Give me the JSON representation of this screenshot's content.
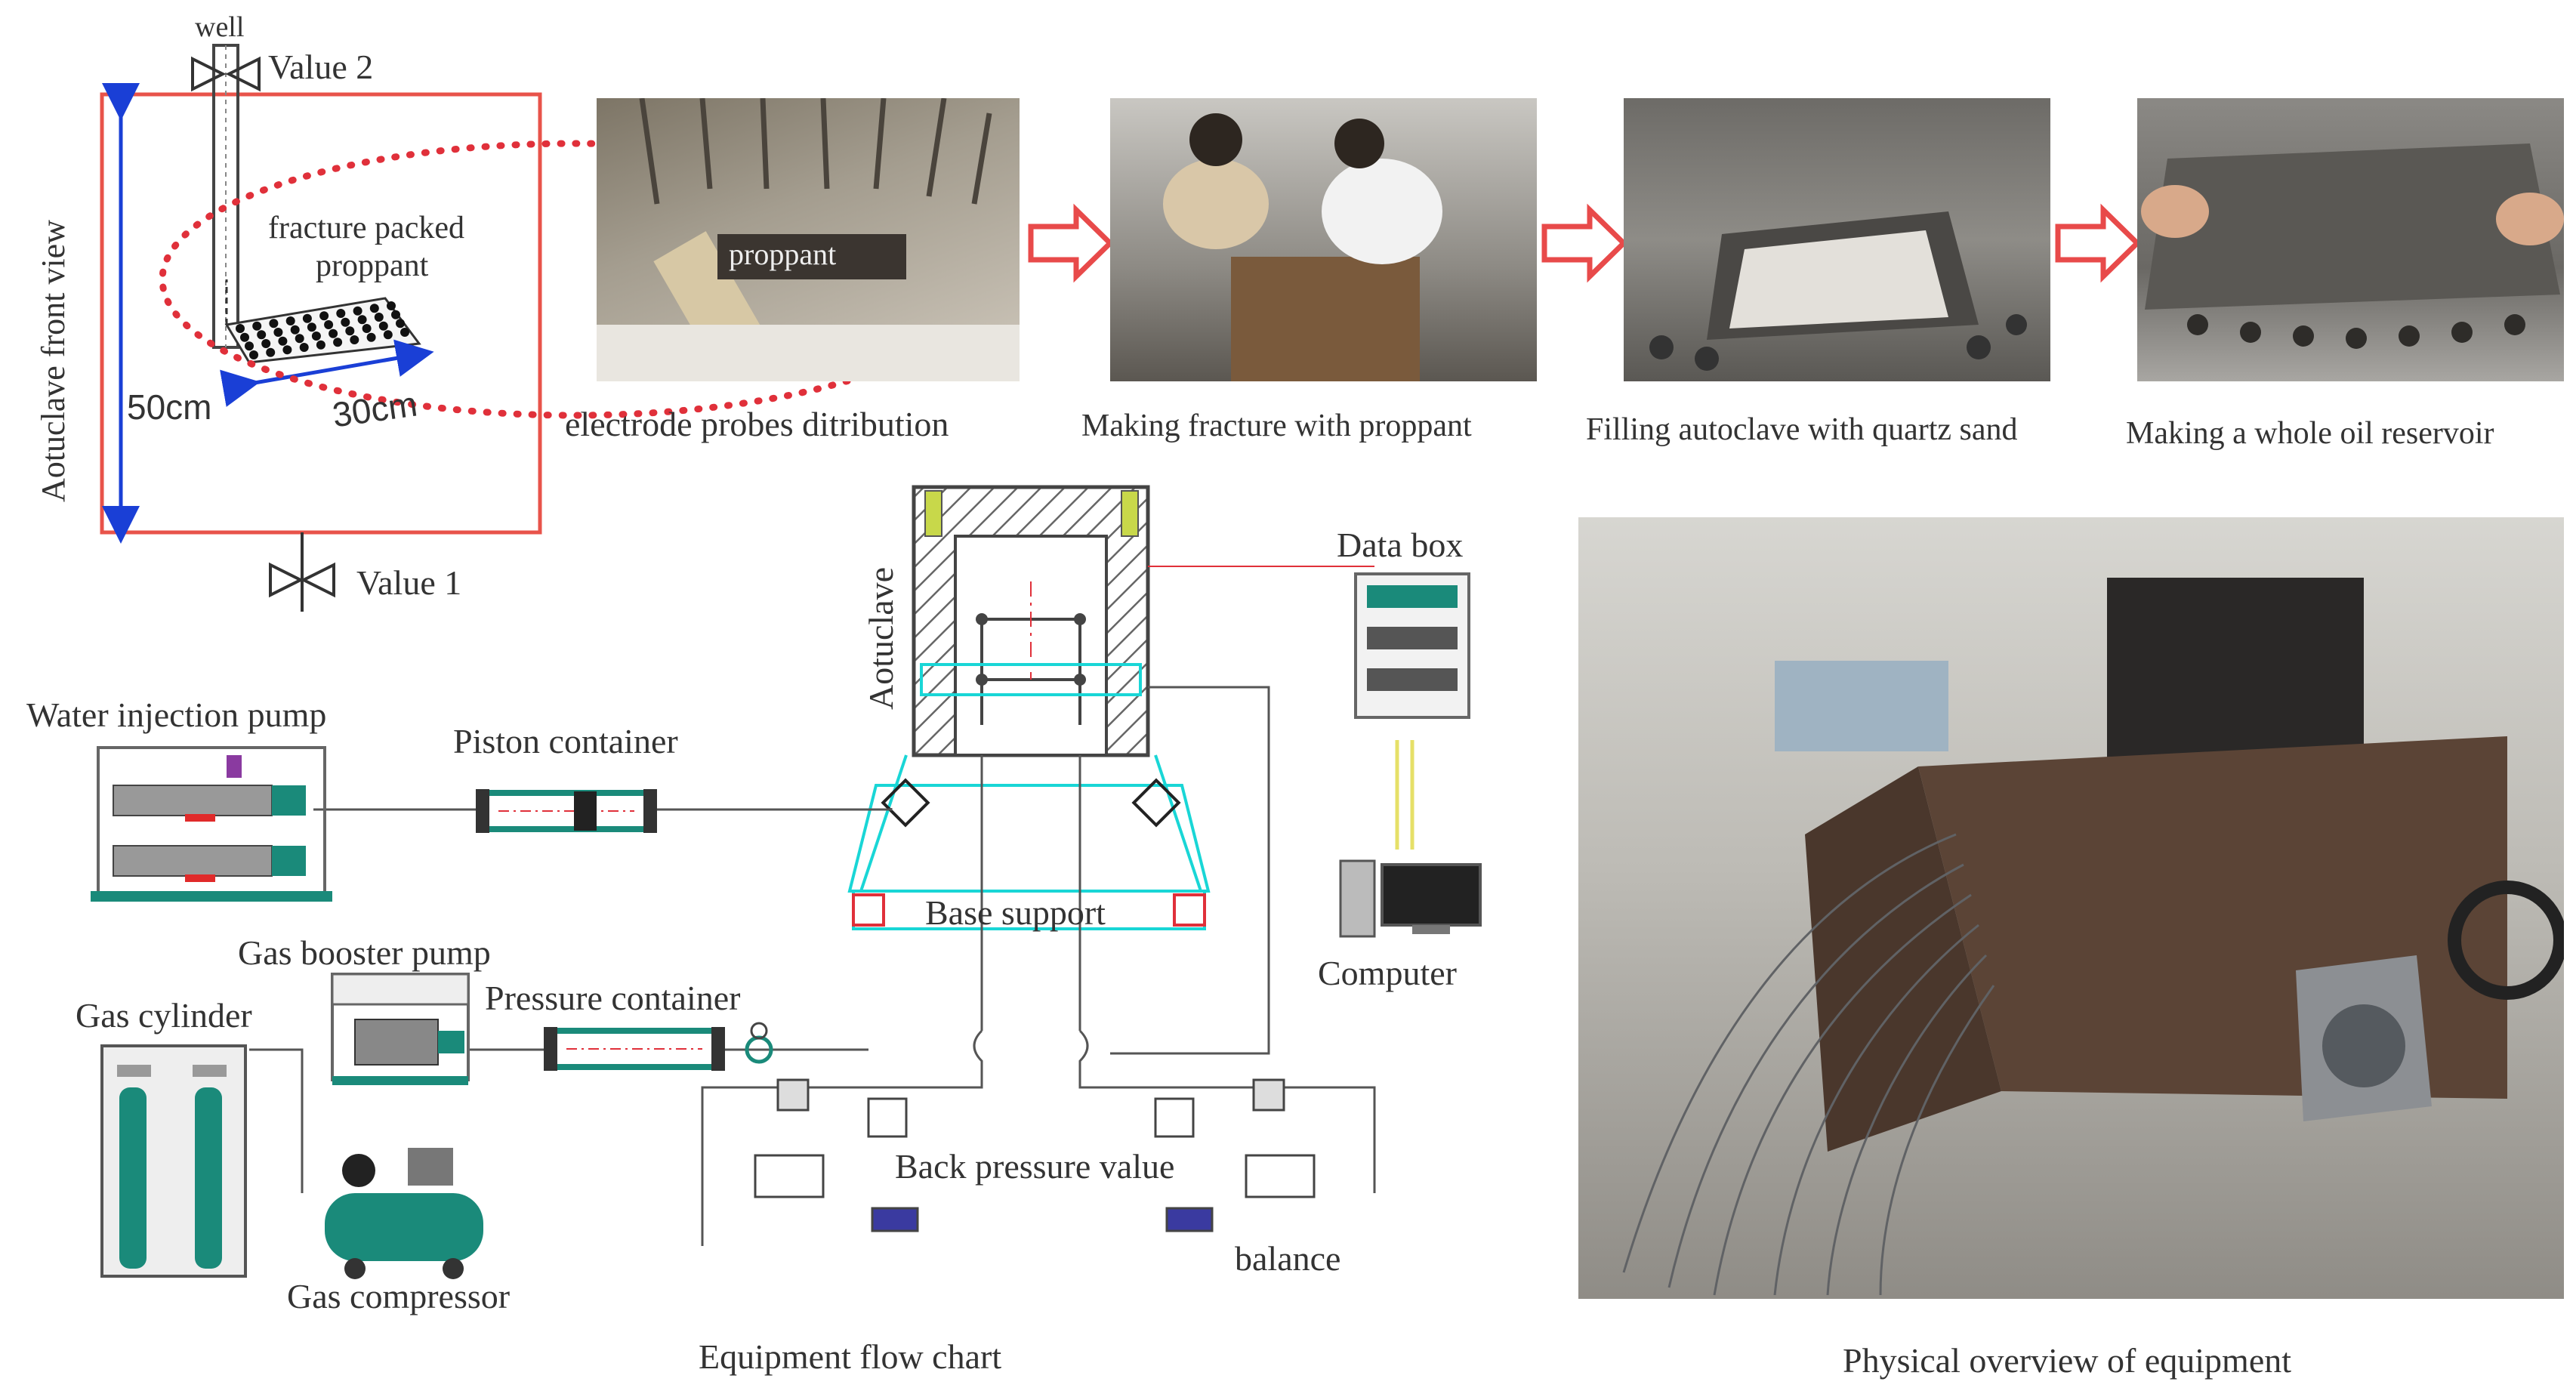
{
  "top": {
    "front_view_label": "Aotuclave front view",
    "well_label": "well",
    "value2_label": "Value 2",
    "value1_label": "Value 1",
    "fracture_label_line1": "fracture packed",
    "fracture_label_line2": "proppant",
    "dim_height": "50cm",
    "dim_width": "30cm",
    "proppant_label": "proppant",
    "photo_captions": [
      "electrode probes ditribution",
      "Making fracture with proppant",
      "Filling autoclave with quartz sand",
      "Making a whole oil reservoir"
    ]
  },
  "flow": {
    "autoclave": "Aotuclave",
    "data_box": "Data  box",
    "water_pump": "Water injection pump",
    "piston_container": "Piston container",
    "base_support": "Base  support",
    "computer": "Computer",
    "gas_booster": "Gas  booster  pump",
    "pressure_container": "Pressure container",
    "gas_cylinder": "Gas cylinder",
    "gas_compressor": "Gas compressor",
    "back_pressure": "Back pressure value",
    "balance": "balance",
    "caption": "Equipment flow chart"
  },
  "physical": {
    "caption": "Physical overview of equipment"
  },
  "colors": {
    "frame_red": "#e8534a",
    "dotted_red": "#e0303a",
    "dim_blue": "#1a3fd6",
    "arrow_red": "#e84a4a",
    "teal": "#1a8a7a",
    "cyan": "#19d6d6",
    "line_gray": "#555555"
  }
}
